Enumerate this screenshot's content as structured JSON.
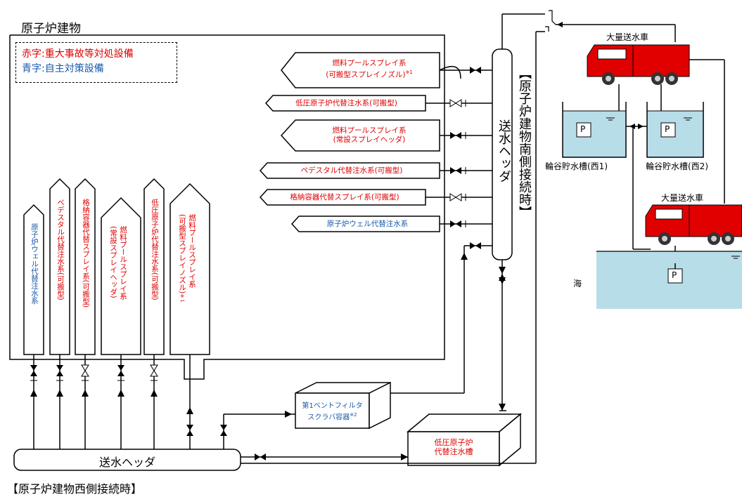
{
  "building_title": "原子炉建物",
  "legend": {
    "red_text": "赤字:重大事故等対処設備",
    "blue_text": "青字:自主対策設備"
  },
  "right_pipes": [
    {
      "text": "燃料プールスプレイ系\n(可搬型スプレイノズル)",
      "note": "※1",
      "color": "red"
    },
    {
      "text": "低圧原子炉代替注水系(可搬型)",
      "color": "red"
    },
    {
      "text": "燃料プールスプレイ系\n(常設スプレイヘッダ)",
      "color": "red"
    },
    {
      "text": "ペデスタル代替注水系(可搬型)",
      "color": "red"
    },
    {
      "text": "格納容器代替スプレイ系(可搬型)",
      "color": "red"
    },
    {
      "text": "原子炉ウェル代替注水系",
      "color": "blue"
    }
  ],
  "left_pipes": [
    {
      "text": "原子炉ウェル代替注水系",
      "color": "blue"
    },
    {
      "text": "ペデスタル代替注水系(可搬型)",
      "color": "red"
    },
    {
      "text": "格納容器代替スプレイ系(可搬型)",
      "color": "red"
    },
    {
      "text": "燃料プールスプレイ系\n(常設スプレイヘッダ)",
      "color": "red"
    },
    {
      "text": "低圧原子炉代替注水系(可搬型)",
      "color": "red"
    },
    {
      "text": "燃料プールスプレイ系\n(可搬型スプレイノズル)",
      "note": "※1",
      "color": "red"
    }
  ],
  "header_vertical": "送水ヘッダ",
  "header_horizontal": "送水ヘッダ",
  "south_connection": "【原子炉建物南側接続時】",
  "west_connection": "【原子炉建物西側接続時】",
  "vent_filter": {
    "line1": "第1ベントフィルタ",
    "line2": "スクラバ容器",
    "note": "※2"
  },
  "low_pressure_tank": {
    "line1": "低圧原子炉",
    "line2": "代替注水槽"
  },
  "truck_label_1": "大量送水車",
  "truck_label_2": "大量送水車",
  "tank_west1": "輪谷貯水槽(西1)",
  "tank_west2": "輪谷貯水槽(西2)",
  "pump_label": "P",
  "sea_label": "海"
}
